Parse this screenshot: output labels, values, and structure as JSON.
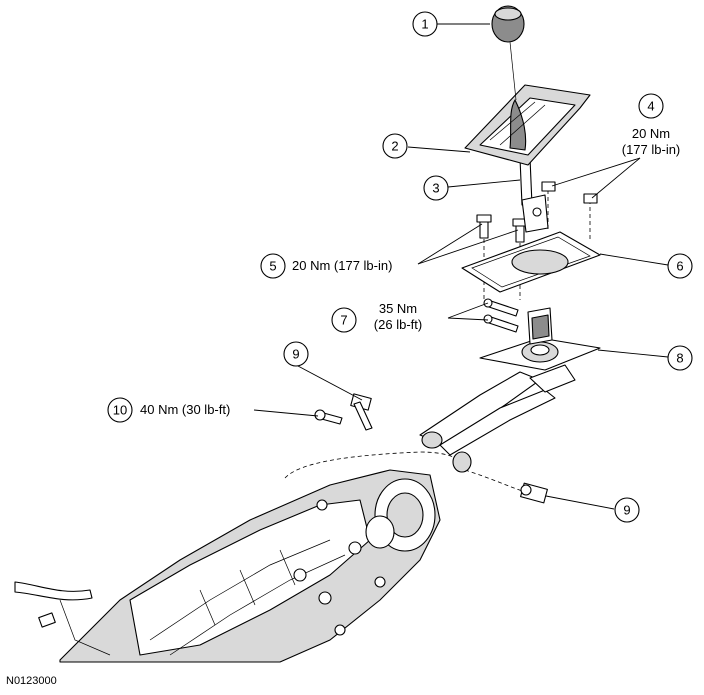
{
  "figure_code": "N0123000",
  "callouts": [
    {
      "id": "1",
      "label": "1"
    },
    {
      "id": "2",
      "label": "2"
    },
    {
      "id": "3",
      "label": "3"
    },
    {
      "id": "4",
      "label": "4"
    },
    {
      "id": "5",
      "label": "5"
    },
    {
      "id": "6",
      "label": "6"
    },
    {
      "id": "7",
      "label": "7"
    },
    {
      "id": "8",
      "label": "8"
    },
    {
      "id": "9a",
      "label": "9"
    },
    {
      "id": "9b",
      "label": "9"
    },
    {
      "id": "10",
      "label": "10"
    }
  ],
  "specs": {
    "c4_line1": "20 Nm",
    "c4_line2": "(177 lb-in)",
    "c5": "20 Nm (177 lb-in)",
    "c7_line1": "35 Nm",
    "c7_line2": "(26 lb-ft)",
    "c10": "40 Nm (30 lb-ft)"
  }
}
